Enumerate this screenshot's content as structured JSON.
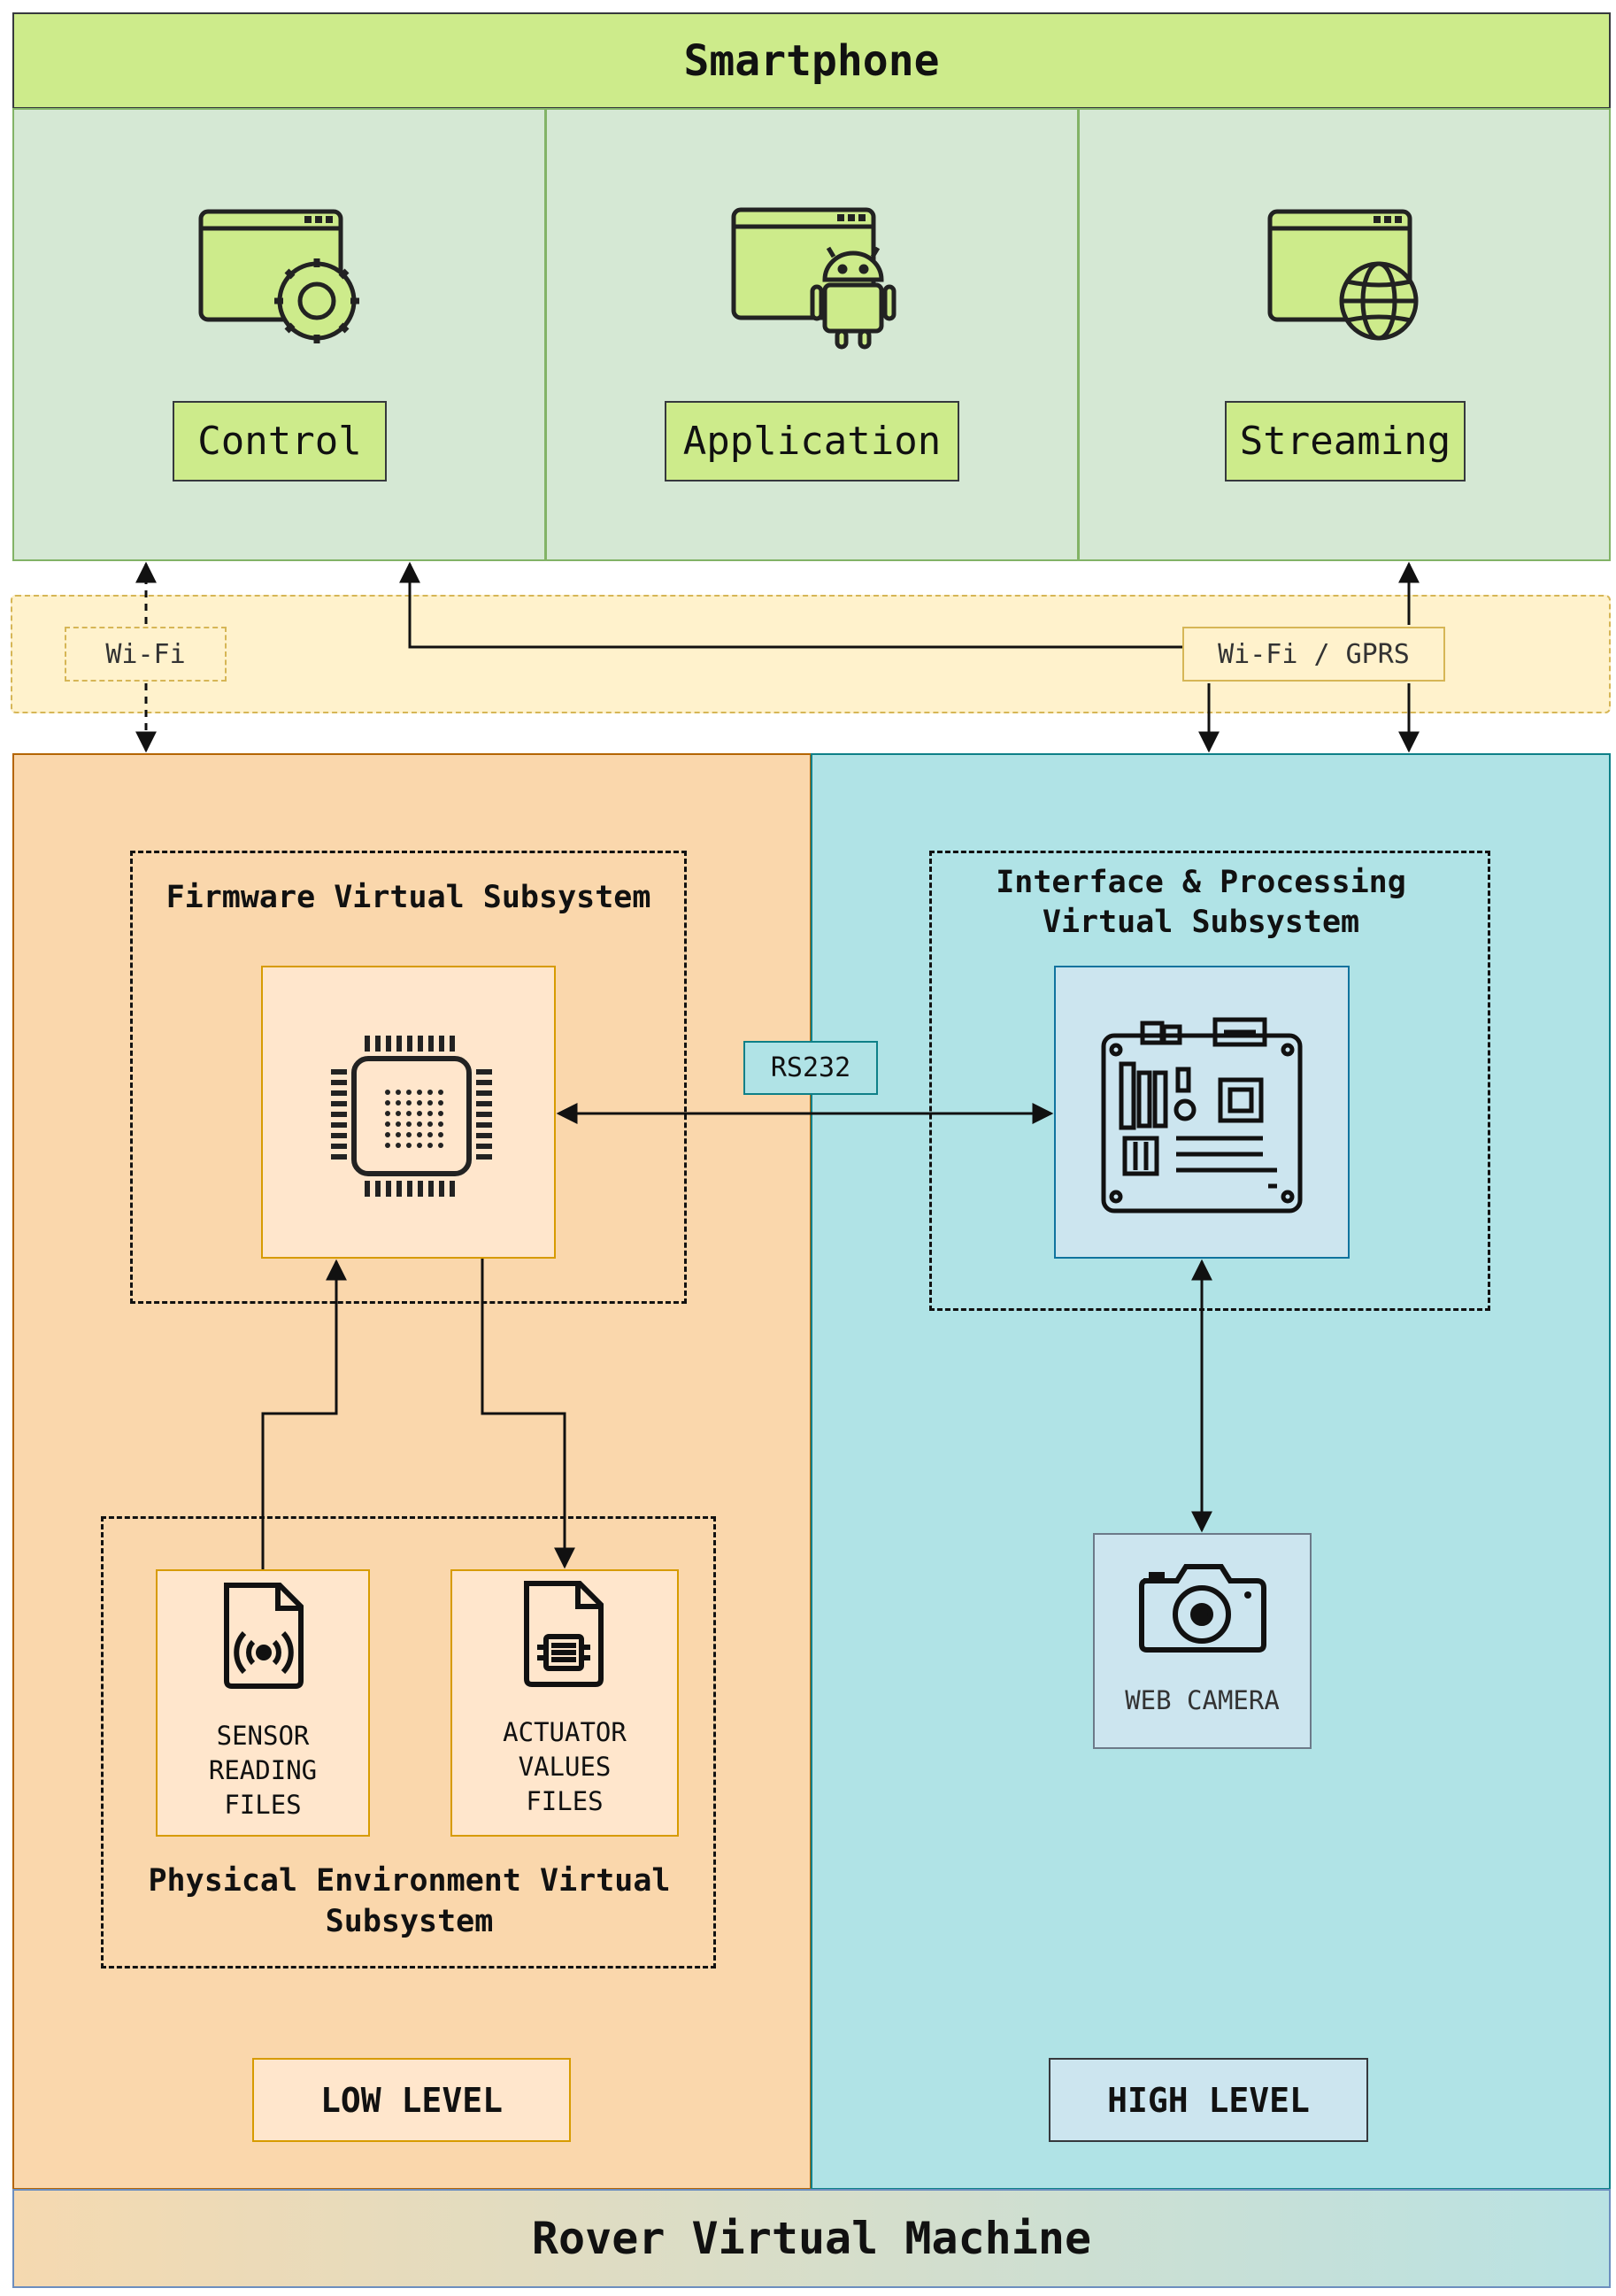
{
  "smartphone": {
    "title": "Smartphone",
    "modules": [
      {
        "label": "Control",
        "icon": "window-gear-icon"
      },
      {
        "label": "Application",
        "icon": "window-android-icon"
      },
      {
        "label": "Streaming",
        "icon": "window-globe-icon"
      }
    ]
  },
  "network": {
    "wifi_label": "Wi-Fi",
    "wifi_gprs_label": "Wi-Fi / GPRS"
  },
  "low_level": {
    "firmware_title": "Firmware Virtual Subsystem",
    "chip_icon": "microcontroller-chip-icon",
    "physical_title": "Physical Environment Virtual Subsystem",
    "sensor_files": "SENSOR READING FILES",
    "actuator_files": "ACTUATOR VALUES FILES",
    "badge": "LOW LEVEL"
  },
  "high_level": {
    "interface_title": "Interface & Processing Virtual Subsystem",
    "board_icon": "motherboard-icon",
    "camera_label": "WEB CAMERA",
    "badge": "HIGH LEVEL"
  },
  "link": {
    "rs232_label": "RS232"
  },
  "footer": {
    "title": "Rover Virtual Machine"
  },
  "colors": {
    "green_header": "#cdeb8b",
    "green_panel": "#d5e8d4",
    "green_border": "#82b366",
    "yellow_band": "#fff2cc",
    "yellow_border": "#d6b656",
    "orange_panel": "#fad7ac",
    "orange_box": "#ffe6cc",
    "orange_border": "#d79b00",
    "cyan_panel": "#b0e3e6",
    "cyan_border": "#0e8088",
    "blue_box": "#cce5ef",
    "blue_border": "#10739e",
    "gray_border": "#6c7a89"
  }
}
